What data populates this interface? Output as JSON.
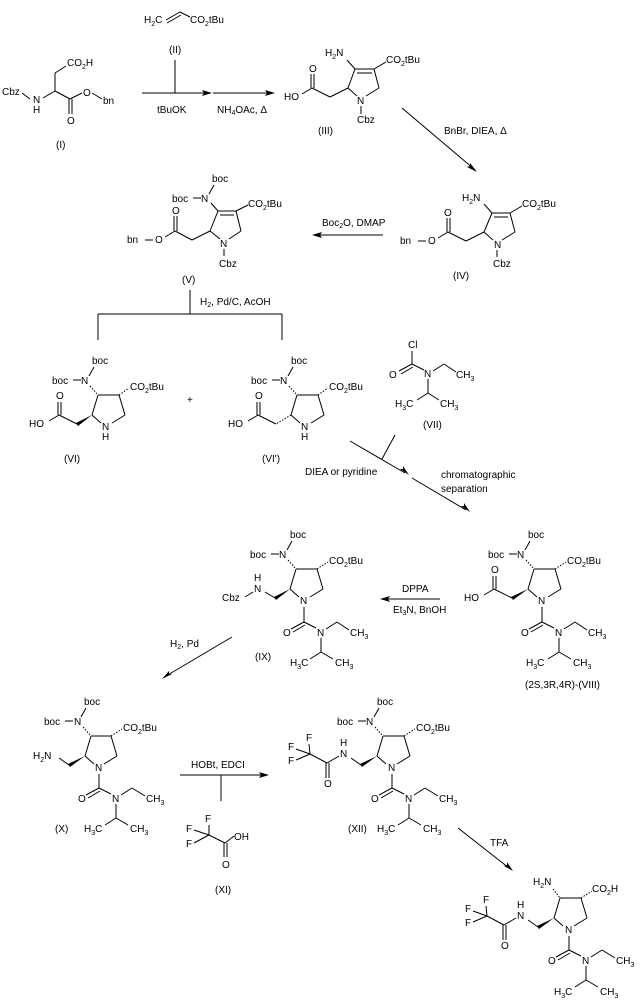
{
  "title": "Synthesis scheme of trifluoroacetamidomethyl pyrrolidine carboxylic acid",
  "colors": {
    "ink": "#000000",
    "background": "#ffffff"
  },
  "compounds": {
    "I": {
      "label": "(I)",
      "groups": {
        "cbz": "Cbz",
        "nh": "N",
        "h": "H",
        "co2h": "CO",
        "co2h_sub": "2",
        "co2h_h": "H",
        "o_ester": "O",
        "bn": "bn",
        "o_carbonyl": "O"
      }
    },
    "II": {
      "label": "(II)",
      "groups": {
        "h2c": "H",
        "h2c_sub": "2",
        "h2c_c": "C",
        "ester": "CO",
        "ester_sub": "2",
        "ester_tail": "tBu"
      }
    },
    "III": {
      "label": "(III)",
      "groups": {
        "h2n": "H",
        "h2n_sub": "2",
        "h2n_n": "N",
        "ester": "CO",
        "ester_sub": "2",
        "ester_tail": "tBu",
        "ho": "HO",
        "o": "O",
        "n": "N",
        "cbz": "Cbz"
      }
    },
    "IV": {
      "label": "(IV)",
      "groups": {
        "h2n": "H",
        "h2n_sub": "2",
        "h2n_n": "N",
        "ester": "CO",
        "ester_sub": "2",
        "ester_tail": "tBu",
        "bn": "bn",
        "o_link": "O",
        "o": "O",
        "n": "N",
        "cbz": "Cbz"
      }
    },
    "V": {
      "label": "(V)",
      "groups": {
        "boc1": "boc",
        "boc2": "boc",
        "n_boc": "N",
        "ester": "CO",
        "ester_sub": "2",
        "ester_tail": "tBu",
        "bn": "bn",
        "o_link": "O",
        "o": "O",
        "n": "N",
        "cbz": "Cbz"
      }
    },
    "VI": {
      "label": "(VI)",
      "groups": {
        "boc1": "boc",
        "boc2": "boc",
        "n_boc": "N",
        "ester": "CO",
        "ester_sub": "2",
        "ester_tail": "tBu",
        "ho": "HO",
        "o": "O",
        "n": "N",
        "h": "H"
      }
    },
    "VIp": {
      "label": "(VI')",
      "groups": {
        "boc1": "boc",
        "boc2": "boc",
        "n_boc": "N",
        "ester": "CO",
        "ester_sub": "2",
        "ester_tail": "tBu",
        "ho": "HO",
        "o": "O",
        "n": "N",
        "h": "H"
      }
    },
    "VII": {
      "label": "(VII)",
      "groups": {
        "cl": "Cl",
        "o": "O",
        "n": "N",
        "ch3a": "CH",
        "ch3a_sub": "3",
        "h3c": "H",
        "h3c_sub": "3",
        "h3c_c": "C",
        "ch3b": "CH",
        "ch3b_sub": "3"
      }
    },
    "VIII": {
      "label": "(2S,3R,4R)-(VIII)",
      "groups": {
        "boc1": "boc",
        "boc2": "boc",
        "n_boc": "N",
        "ester": "CO",
        "ester_sub": "2",
        "ester_tail": "tBu",
        "ho": "HO",
        "o": "O",
        "n": "N",
        "o2": "O",
        "n2": "N",
        "ch3a": "CH",
        "ch3a_sub": "3",
        "h3c": "H",
        "h3c_sub": "3",
        "h3c_c": "C",
        "ch3b": "CH",
        "ch3b_sub": "3"
      }
    },
    "IX": {
      "label": "(IX)",
      "groups": {
        "boc1": "boc",
        "boc2": "boc",
        "n_boc": "N",
        "ester": "CO",
        "ester_sub": "2",
        "ester_tail": "tBu",
        "cbz": "Cbz",
        "nh_n": "N",
        "nh_h": "H",
        "n": "N",
        "o2": "O",
        "n2": "N",
        "ch3a": "CH",
        "ch3a_sub": "3",
        "h3c": "H",
        "h3c_sub": "3",
        "h3c_c": "C",
        "ch3b": "CH",
        "ch3b_sub": "3"
      }
    },
    "X": {
      "label": "(X)",
      "groups": {
        "boc1": "boc",
        "boc2": "boc",
        "n_boc": "N",
        "ester": "CO",
        "ester_sub": "2",
        "ester_tail": "tBu",
        "h2n": "H",
        "h2n_sub": "2",
        "h2n_n": "N",
        "n": "N",
        "o2": "O",
        "n2": "N",
        "ch3a": "CH",
        "ch3a_sub": "3",
        "h3c": "H",
        "h3c_sub": "3",
        "h3c_c": "C",
        "ch3b": "CH",
        "ch3b_sub": "3"
      }
    },
    "XI": {
      "label": "(XI)",
      "groups": {
        "f1": "F",
        "f2": "F",
        "f3": "F",
        "oh": "OH",
        "o": "O"
      }
    },
    "XII": {
      "label": "(XII)",
      "groups": {
        "boc1": "boc",
        "boc2": "boc",
        "n_boc": "N",
        "ester": "CO",
        "ester_sub": "2",
        "ester_tail": "tBu",
        "f1": "F",
        "f2": "F",
        "f3": "F",
        "nh_n": "N",
        "nh_h": "H",
        "o_amide": "O",
        "n": "N",
        "o2": "O",
        "n2": "N",
        "ch3a": "CH",
        "ch3a_sub": "3",
        "h3c": "H",
        "h3c_sub": "3",
        "h3c_c": "C",
        "ch3b": "CH",
        "ch3b_sub": "3"
      }
    },
    "final": {
      "label": "",
      "groups": {
        "h2n": "H",
        "h2n_sub": "2",
        "h2n_n": "N",
        "acid": "CO",
        "acid_sub": "2",
        "acid_h": "H",
        "f1": "F",
        "f2": "F",
        "f3": "F",
        "nh_n": "N",
        "nh_h": "H",
        "o_amide": "O",
        "n": "N",
        "o2": "O",
        "n2": "N",
        "ch3a": "CH",
        "ch3a_sub": "3",
        "h3c": "H",
        "h3c_sub": "3",
        "h3c_c": "C",
        "ch3b": "CH",
        "ch3b_sub": "3"
      }
    }
  },
  "conditions": {
    "step1": "tBuOK",
    "step2_a": "NH",
    "step2_sub": "4",
    "step2_b": "OAc, Δ",
    "step3": "BnBr, DIEA, Δ",
    "step4_a": "Boc",
    "step4_sub": "2",
    "step4_b": "O, DMAP",
    "step5_a": "H",
    "step5_sub": "2",
    "step5_b": ", Pd/C, AcOH",
    "step6": "DIEA or pyridine",
    "step7_line1": "chromatographic",
    "step7_line2": "separation",
    "step8_top": "DPPA",
    "step8_a": "Et",
    "step8_sub": "3",
    "step8_b": "N, BnOH",
    "step9_a": "H",
    "step9_sub": "2",
    "step9_b": ", Pd",
    "step10": "HOBt, EDCI",
    "step11": "TFA",
    "plus": "+"
  }
}
